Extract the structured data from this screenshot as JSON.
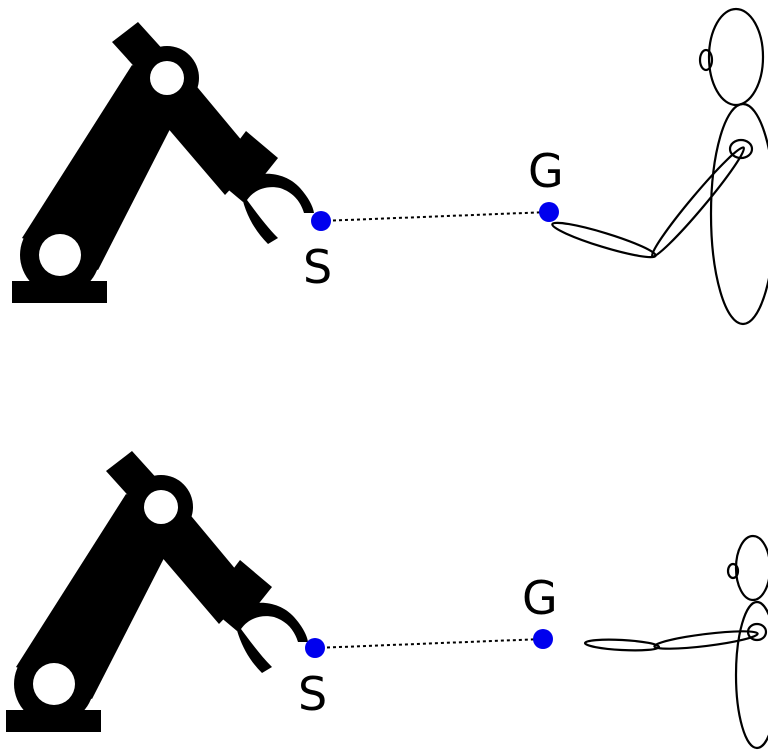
{
  "colors": {
    "point": "#0000ee",
    "robot": "#000000",
    "background": "#ffffff"
  },
  "scenes": [
    {
      "start_label": "S",
      "goal_label": "G",
      "arm_pose": "bent-toward-goal"
    },
    {
      "start_label": "S",
      "goal_label": "G",
      "arm_pose": "extended-toward-goal"
    }
  ]
}
